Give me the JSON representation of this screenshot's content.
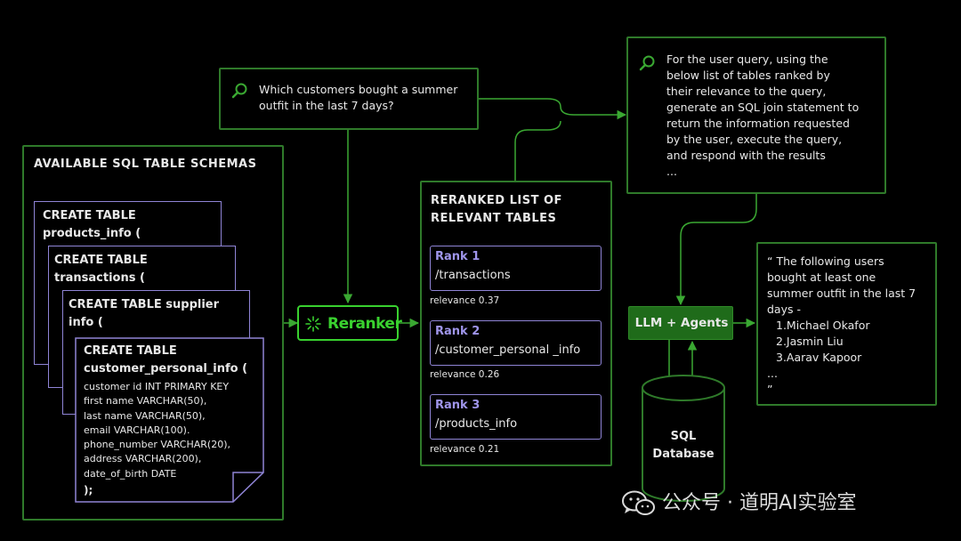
{
  "query": {
    "text": "Which customers bought a summer\noutfit in the last 7 days?"
  },
  "prompt": {
    "text": "For the user query, using the\nbelow list of tables ranked by\ntheir relevance to the query,\ngenerate an SQL join statement to\nreturn the information requested\nby the user, execute the query,\nand respond with the results\n..."
  },
  "schemas": {
    "title": "AVAILABLE SQL TABLE SCHEMAS",
    "docs": [
      {
        "title": "CREATE TABLE\nproducts_info ("
      },
      {
        "title": "CREATE TABLE\ntransactions ("
      },
      {
        "title": "CREATE TABLE supplier\ninfo ("
      },
      {
        "title": "CREATE TABLE\ncustomer_personal_info (",
        "body": "customer id INT PRIMARY KEY\nfirst name VARCHAR(50),\nlast name VARCHAR(50),\nemail VARCHAR(100).\nphone_number VARCHAR(20),\naddress VARCHAR(200),\ndate_of_birth DATE",
        "end": ");"
      }
    ]
  },
  "reranker": {
    "label": "Reranker"
  },
  "reranked": {
    "title": "RERANKED LIST OF\nRELEVANT TABLES",
    "items": [
      {
        "rank": "Rank 1",
        "table": "/transactions",
        "relevance": "relevance 0.37"
      },
      {
        "rank": "Rank 2",
        "table": "/customer_personal _info",
        "relevance": "relevance 0.26"
      },
      {
        "rank": "Rank 3",
        "table": "/products_info",
        "relevance": "relevance 0.21"
      }
    ]
  },
  "llm": {
    "label": "LLM + Agents"
  },
  "database": {
    "label": "SQL\nDatabase"
  },
  "answer": {
    "intro": "“ The following users\nbought at least one\nsummer outfit in the last 7\ndays -",
    "users": [
      "1.Michael Okafor",
      "2.Jasmin Liu",
      "3.Aarav Kapoor"
    ],
    "outro": "...\n”"
  },
  "watermark": {
    "text": "公众号 · 道明AI实验室"
  },
  "colors": {
    "green_border": "#2f7a2a",
    "purple_border": "#8f84d6",
    "reranker_green": "#39d12f",
    "llm_fill": "#1f6b1a"
  }
}
